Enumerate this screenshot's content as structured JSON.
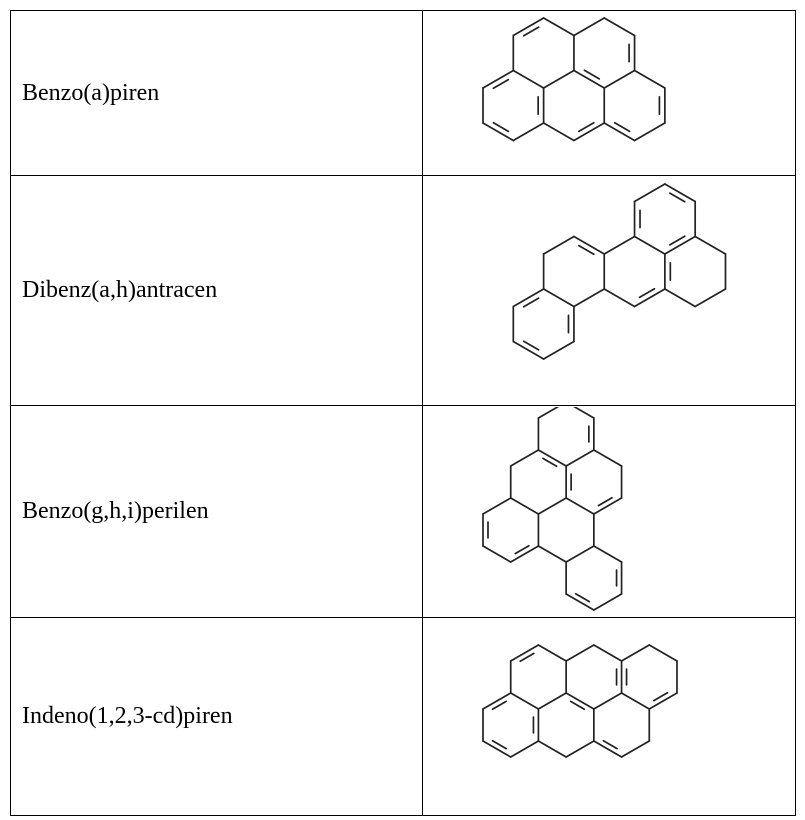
{
  "compounds": [
    {
      "name": "Benzo(a)piren",
      "structure_icon": "benzo-a-pyrene-structure"
    },
    {
      "name": "Dibenz(a,h)antracen",
      "structure_icon": "dibenz-a-h-anthracene-structure"
    },
    {
      "name": "Benzo(g,h,i)perilen",
      "structure_icon": "benzo-g-h-i-perylene-structure"
    },
    {
      "name": "Indeno(1,2,3-cd)piren",
      "structure_icon": "indeno-1-2-3-cd-pyrene-structure"
    }
  ]
}
